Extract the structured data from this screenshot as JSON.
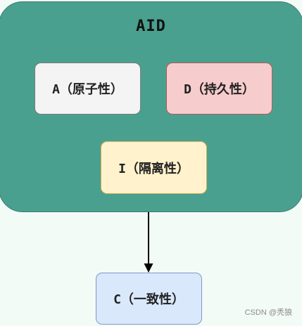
{
  "container": {
    "title": "AID",
    "fill": "#4aa08f"
  },
  "nodes": {
    "a": {
      "label": "A（原子性）",
      "fill": "#f4f4f4",
      "stroke": "#7a7a7a"
    },
    "d": {
      "label": "D（持久性）",
      "fill": "#f7cccc",
      "stroke": "#b65a5a"
    },
    "i": {
      "label": "I（隔离性）",
      "fill": "#fff2cc",
      "stroke": "#d1b35c"
    },
    "c": {
      "label": "C（一致性）",
      "fill": "#dae8fc",
      "stroke": "#7b98c7"
    }
  },
  "edges": [
    {
      "from": "AID",
      "to": "C（一致性）",
      "style": "arrow"
    }
  ],
  "watermark": "CSDN @秃狼"
}
